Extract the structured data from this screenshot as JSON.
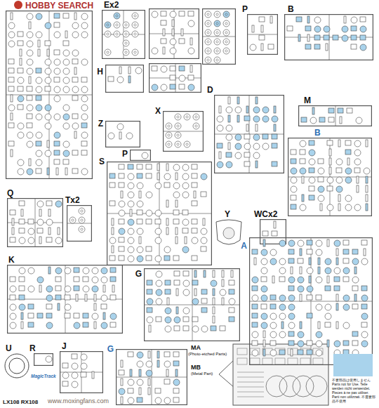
{
  "diagram": {
    "nodes": [
      {
        "text": [
          "Ex2"
        ]
      },
      {
        "text": [
          "P"
        ]
      },
      {
        "text": [
          "B"
        ]
      },
      {
        "text": [
          "H"
        ]
      },
      {
        "text": [
          "D"
        ]
      },
      {
        "text": [
          "M"
        ]
      },
      {
        "text": [
          "X"
        ]
      },
      {
        "text": [
          "Z"
        ]
      },
      {
        "text": [
          "B"
        ]
      },
      {
        "text": [
          "P"
        ]
      },
      {
        "text": [
          "S"
        ]
      },
      {
        "text": [
          "Q"
        ]
      },
      {
        "text": [
          "Tx2"
        ]
      },
      {
        "text": [
          "Y"
        ]
      },
      {
        "text": [
          "WCx2"
        ]
      },
      {
        "text": [
          "A"
        ]
      },
      {
        "text": [
          "K"
        ]
      },
      {
        "text": [
          "G"
        ]
      },
      {
        "text": [
          "U"
        ]
      },
      {
        "text": [
          "R"
        ]
      },
      {
        "text": [
          "J"
        ]
      },
      {
        "text": [
          "G"
        ]
      }
    ],
    "labels": [
      "HOBBY SEARCH",
      "MA",
      "(Photo-etched Parts)",
      "MB",
      "(Metal Part)",
      "MagicTrack",
      "LX108 RX108",
      "www.moxingfans.com"
    ],
    "legend": [
      {
        "text": "不要部品は使用しません Parts not for Use. Teile werden nicht verwendet. Pieces à ne pas utiliser. Parti non utilizzati. 不需要部品不使用",
        "color": "#a9d3ec"
      }
    ]
  }
}
